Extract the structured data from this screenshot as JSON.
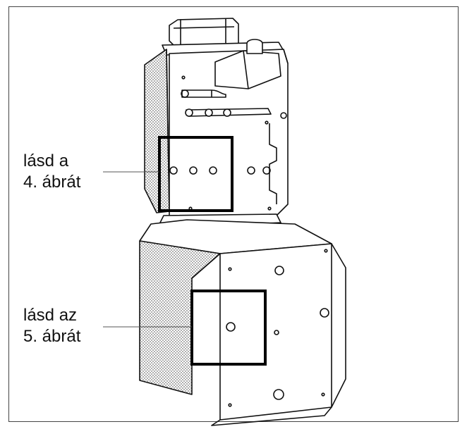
{
  "callouts": [
    {
      "line1": "lásd a",
      "line2": "4. ábrát"
    },
    {
      "line1": "lásd az",
      "line2": "5. ábrát"
    }
  ],
  "colors": {
    "line": "#111111",
    "frame": "#444444",
    "shade": "#9a9a9a"
  }
}
